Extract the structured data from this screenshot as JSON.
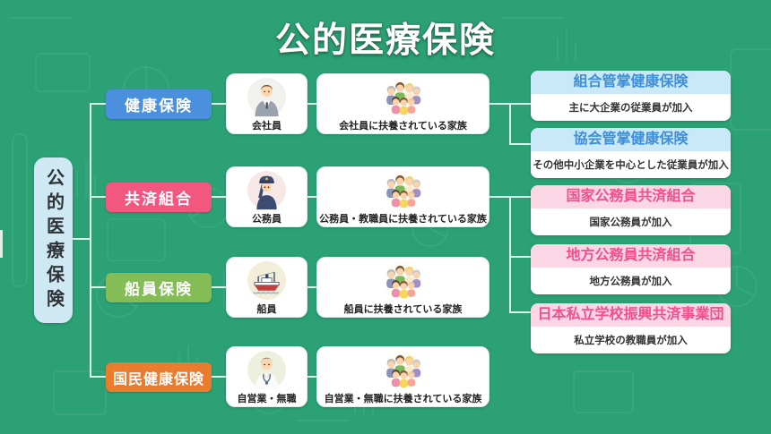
{
  "title": "公的医療保険",
  "root_label": "公的医療保険",
  "rows": [
    {
      "category": "健康保険",
      "member": "会社員",
      "member_icon": "businessman-icon",
      "family": "会社員に扶養されている家族",
      "family_icon": "family-icon",
      "branches": [
        {
          "title": "組合管掌健康保険",
          "desc": "主に大企業の従業員が加入",
          "theme": "blue"
        },
        {
          "title": "協会管掌健康保険",
          "desc": "その他中小企業を中心とした従業員が加入",
          "theme": "blue"
        }
      ]
    },
    {
      "category": "共済組合",
      "member": "公務員",
      "member_icon": "police-officer-icon",
      "family": "公務員・教職員に扶養されている家族",
      "family_icon": "family-icon",
      "branches": [
        {
          "title": "国家公務員共済組合",
          "desc": "国家公務員が加入",
          "theme": "pink"
        },
        {
          "title": "地方公務員共済組合",
          "desc": "地方公務員が加入",
          "theme": "pink"
        },
        {
          "title": "日本私立学校振興共済事業団",
          "desc": "私立学校の教職員が加入",
          "theme": "pink"
        }
      ]
    },
    {
      "category": "船員保険",
      "member": "船員",
      "member_icon": "ship-icon",
      "family": "船員に扶養されている家族",
      "family_icon": "family-icon",
      "branches": []
    },
    {
      "category": "国民健康保険",
      "member": "自営業・無職",
      "member_icon": "self-employed-icon",
      "family": "自営業・無職に扶養されている家族",
      "family_icon": "family-icon",
      "branches": []
    }
  ],
  "colors": {
    "background": "#2ba175",
    "connector_line": "#d9f4ec",
    "root_box": "#cfe9f4",
    "category_health": "#4a90dd",
    "category_mutual_aid": "#f2577f",
    "category_seamen": "#84bd55",
    "category_national": "#ea7c2d",
    "branch_blue_header_bg": "#c9e9f8",
    "branch_blue_header_text": "#3e8ed8",
    "branch_pink_header_bg": "#fbd7e5",
    "branch_pink_header_text": "#f0508c"
  }
}
